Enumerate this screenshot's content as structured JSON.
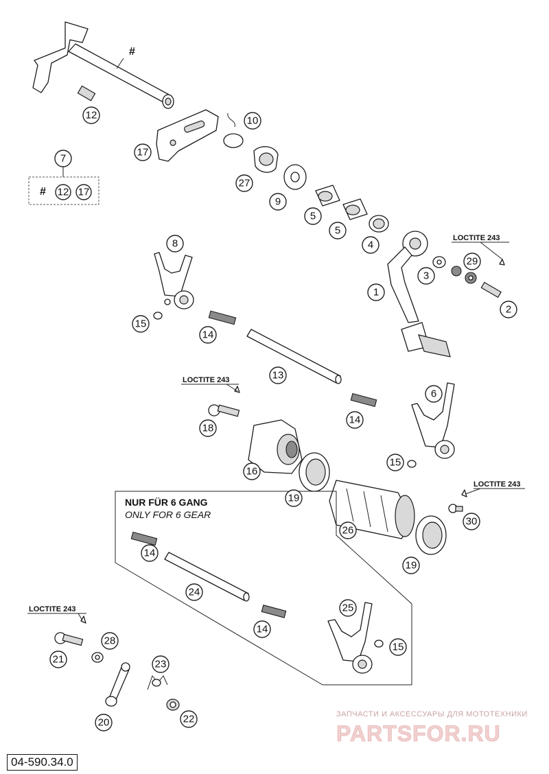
{
  "callouts": {
    "c1": "1",
    "c2": "2",
    "c3": "3",
    "c4": "4",
    "c5a": "5",
    "c5b": "5",
    "c6": "6",
    "c7": "7",
    "c8": "8",
    "c9": "9",
    "c10": "10",
    "c12": "12",
    "c13": "13",
    "c14a": "14",
    "c14b": "14",
    "c14c": "14",
    "c14d": "14",
    "c15a": "15",
    "c15b": "15",
    "c15c": "15",
    "c16": "16",
    "c17": "17",
    "c18": "18",
    "c19a": "19",
    "c19b": "19",
    "c20": "20",
    "c21": "21",
    "c22": "22",
    "c23": "23",
    "c24": "24",
    "c25": "25",
    "c26": "26",
    "c27": "27",
    "c28": "28",
    "c29": "29",
    "c30": "30"
  },
  "kit": {
    "hash": "#",
    "items": [
      "12",
      "17"
    ]
  },
  "shaft_hash": "#",
  "loctite": {
    "upper_right": "LOCTITE 243",
    "middle_left": "LOCTITE 243",
    "middle_right": "LOCTITE 243",
    "lower_left": "LOCTITE 243"
  },
  "note": {
    "title": "NUR FÜR 6 GANG",
    "subtitle": "ONLY FOR 6 GEAR"
  },
  "watermark": {
    "tagline": "ЗАПЧАСТИ И АКСЕССУАРЫ ДЛЯ МОТОТЕХНИКИ",
    "brand": "PARTSFOR.RU"
  },
  "drawing_code": "04-590.34.0"
}
